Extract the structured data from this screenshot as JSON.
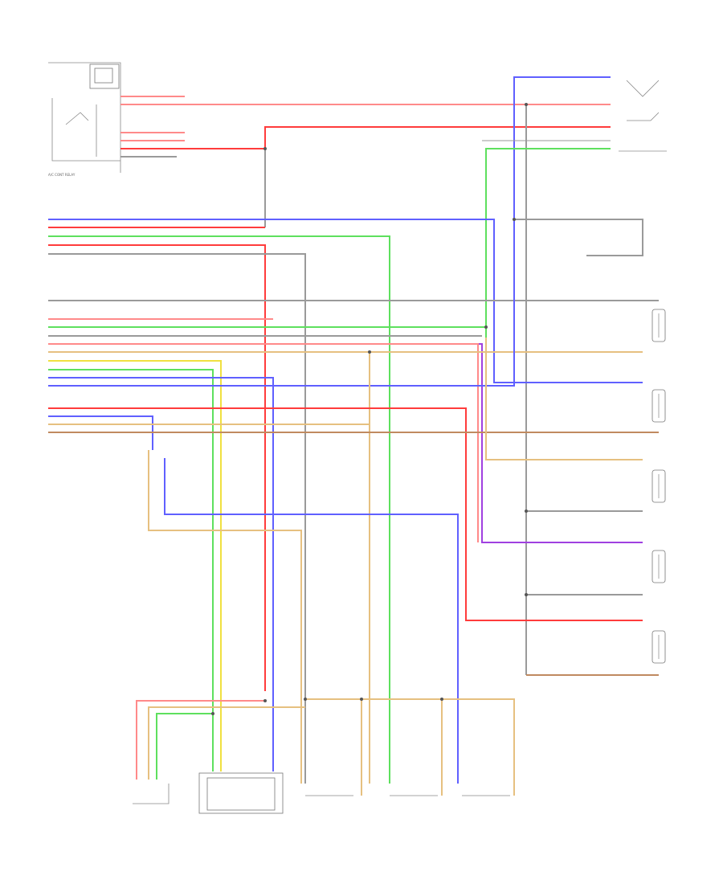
{
  "diagram": {
    "page_code": "",
    "colors": {
      "pink": "#ff8a8a",
      "red": "#ff3c3c",
      "tan": "#e6c080",
      "brownish": "#c08a60",
      "green": "#5ee05e",
      "blue": "#6060ff",
      "purple": "#a040e0",
      "gray": "#9a9a9a",
      "yellow": "#f0e040",
      "black": "#555555"
    },
    "components": [
      {
        "id": "ac-relay",
        "label": "A/C CONT RELAY"
      },
      {
        "id": "ecm-lower",
        "label": ""
      },
      {
        "id": "throttle-sw",
        "label": ""
      },
      {
        "id": "vehicle-speed",
        "label": ""
      },
      {
        "id": "coolant-temp",
        "label": ""
      },
      {
        "id": "fuel-pressure",
        "label": ""
      },
      {
        "id": "crank-pos",
        "label": ""
      },
      {
        "id": "map-sensor",
        "label": ""
      },
      {
        "id": "tps-right",
        "label": ""
      },
      {
        "id": "knock-1",
        "label": ""
      },
      {
        "id": "knock-2",
        "label": ""
      },
      {
        "id": "knock-3",
        "label": ""
      },
      {
        "id": "knock-4",
        "label": ""
      }
    ]
  }
}
